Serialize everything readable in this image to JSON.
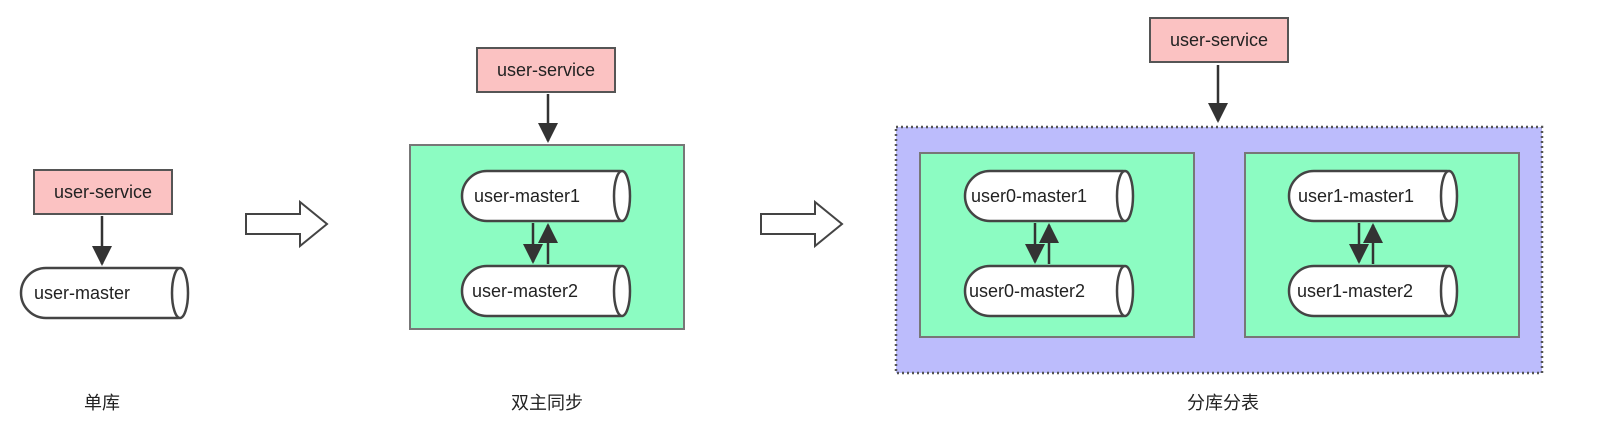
{
  "stages": {
    "single": {
      "service": "user-service",
      "db": "user-master",
      "caption": "单库"
    },
    "dual_master": {
      "service": "user-service",
      "db1": "user-master1",
      "db2": "user-master2",
      "caption": "双主同步"
    },
    "sharded": {
      "service": "user-service",
      "group0": {
        "db1": "user0-master1",
        "db2": "user0-master2"
      },
      "group1": {
        "db1": "user1-master1",
        "db2": "user1-master2"
      },
      "caption": "分库分表"
    }
  },
  "colors": {
    "service_fill": "#fbc2c2",
    "group_fill": "#8cfcc2",
    "shard_container_fill": "#bcbcfc",
    "border": "#555555",
    "arrow": "#333333"
  }
}
